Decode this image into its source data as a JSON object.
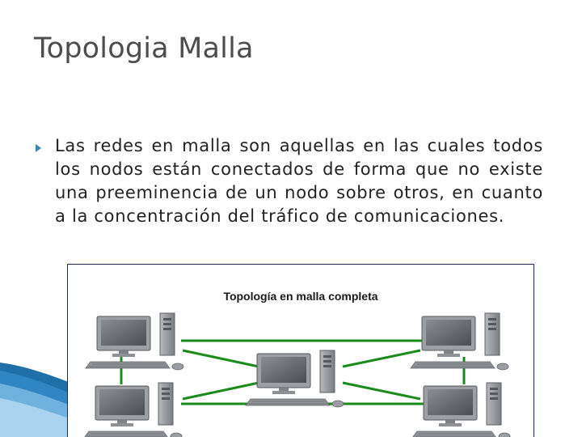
{
  "slide": {
    "title": "Topologia Malla",
    "bullet": "Las redes en malla son aquellas en las cuales todos los nodos están conectados de forma que no existe una preeminencia de un nodo sobre otros, en cuanto a la concentración del tráfico de comunicaciones."
  },
  "figure": {
    "caption": "Topología en malla completa",
    "link_color": "#1b8c1b",
    "node_count": 5,
    "node_icon": "desktop-computer-icon"
  },
  "colors": {
    "title": "#4d4d4d",
    "bullet_marker": "#3a88ad",
    "frame_border": "#1e2f63",
    "decor_wave": "#1f6fa8"
  }
}
